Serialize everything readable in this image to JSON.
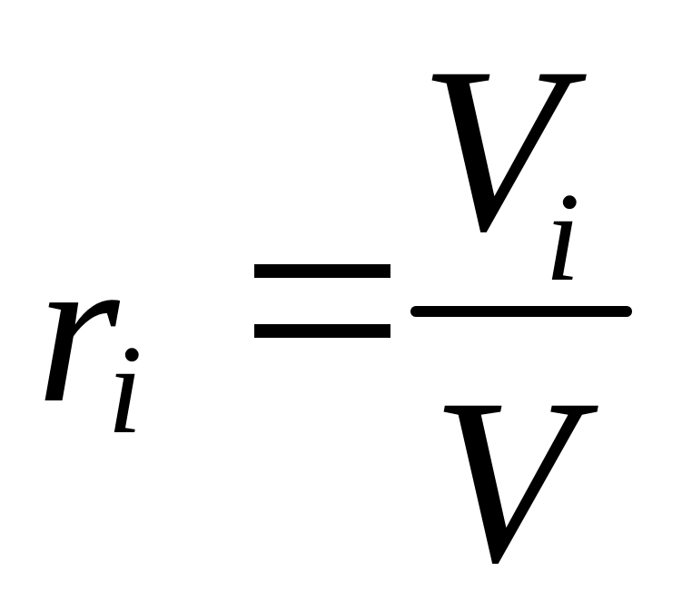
{
  "equation": {
    "lhs": {
      "base": "r",
      "subscript": "i"
    },
    "operator": "=",
    "fraction": {
      "numerator": {
        "base": "V",
        "subscript": "i"
      },
      "denominator": {
        "base": "V"
      }
    }
  }
}
